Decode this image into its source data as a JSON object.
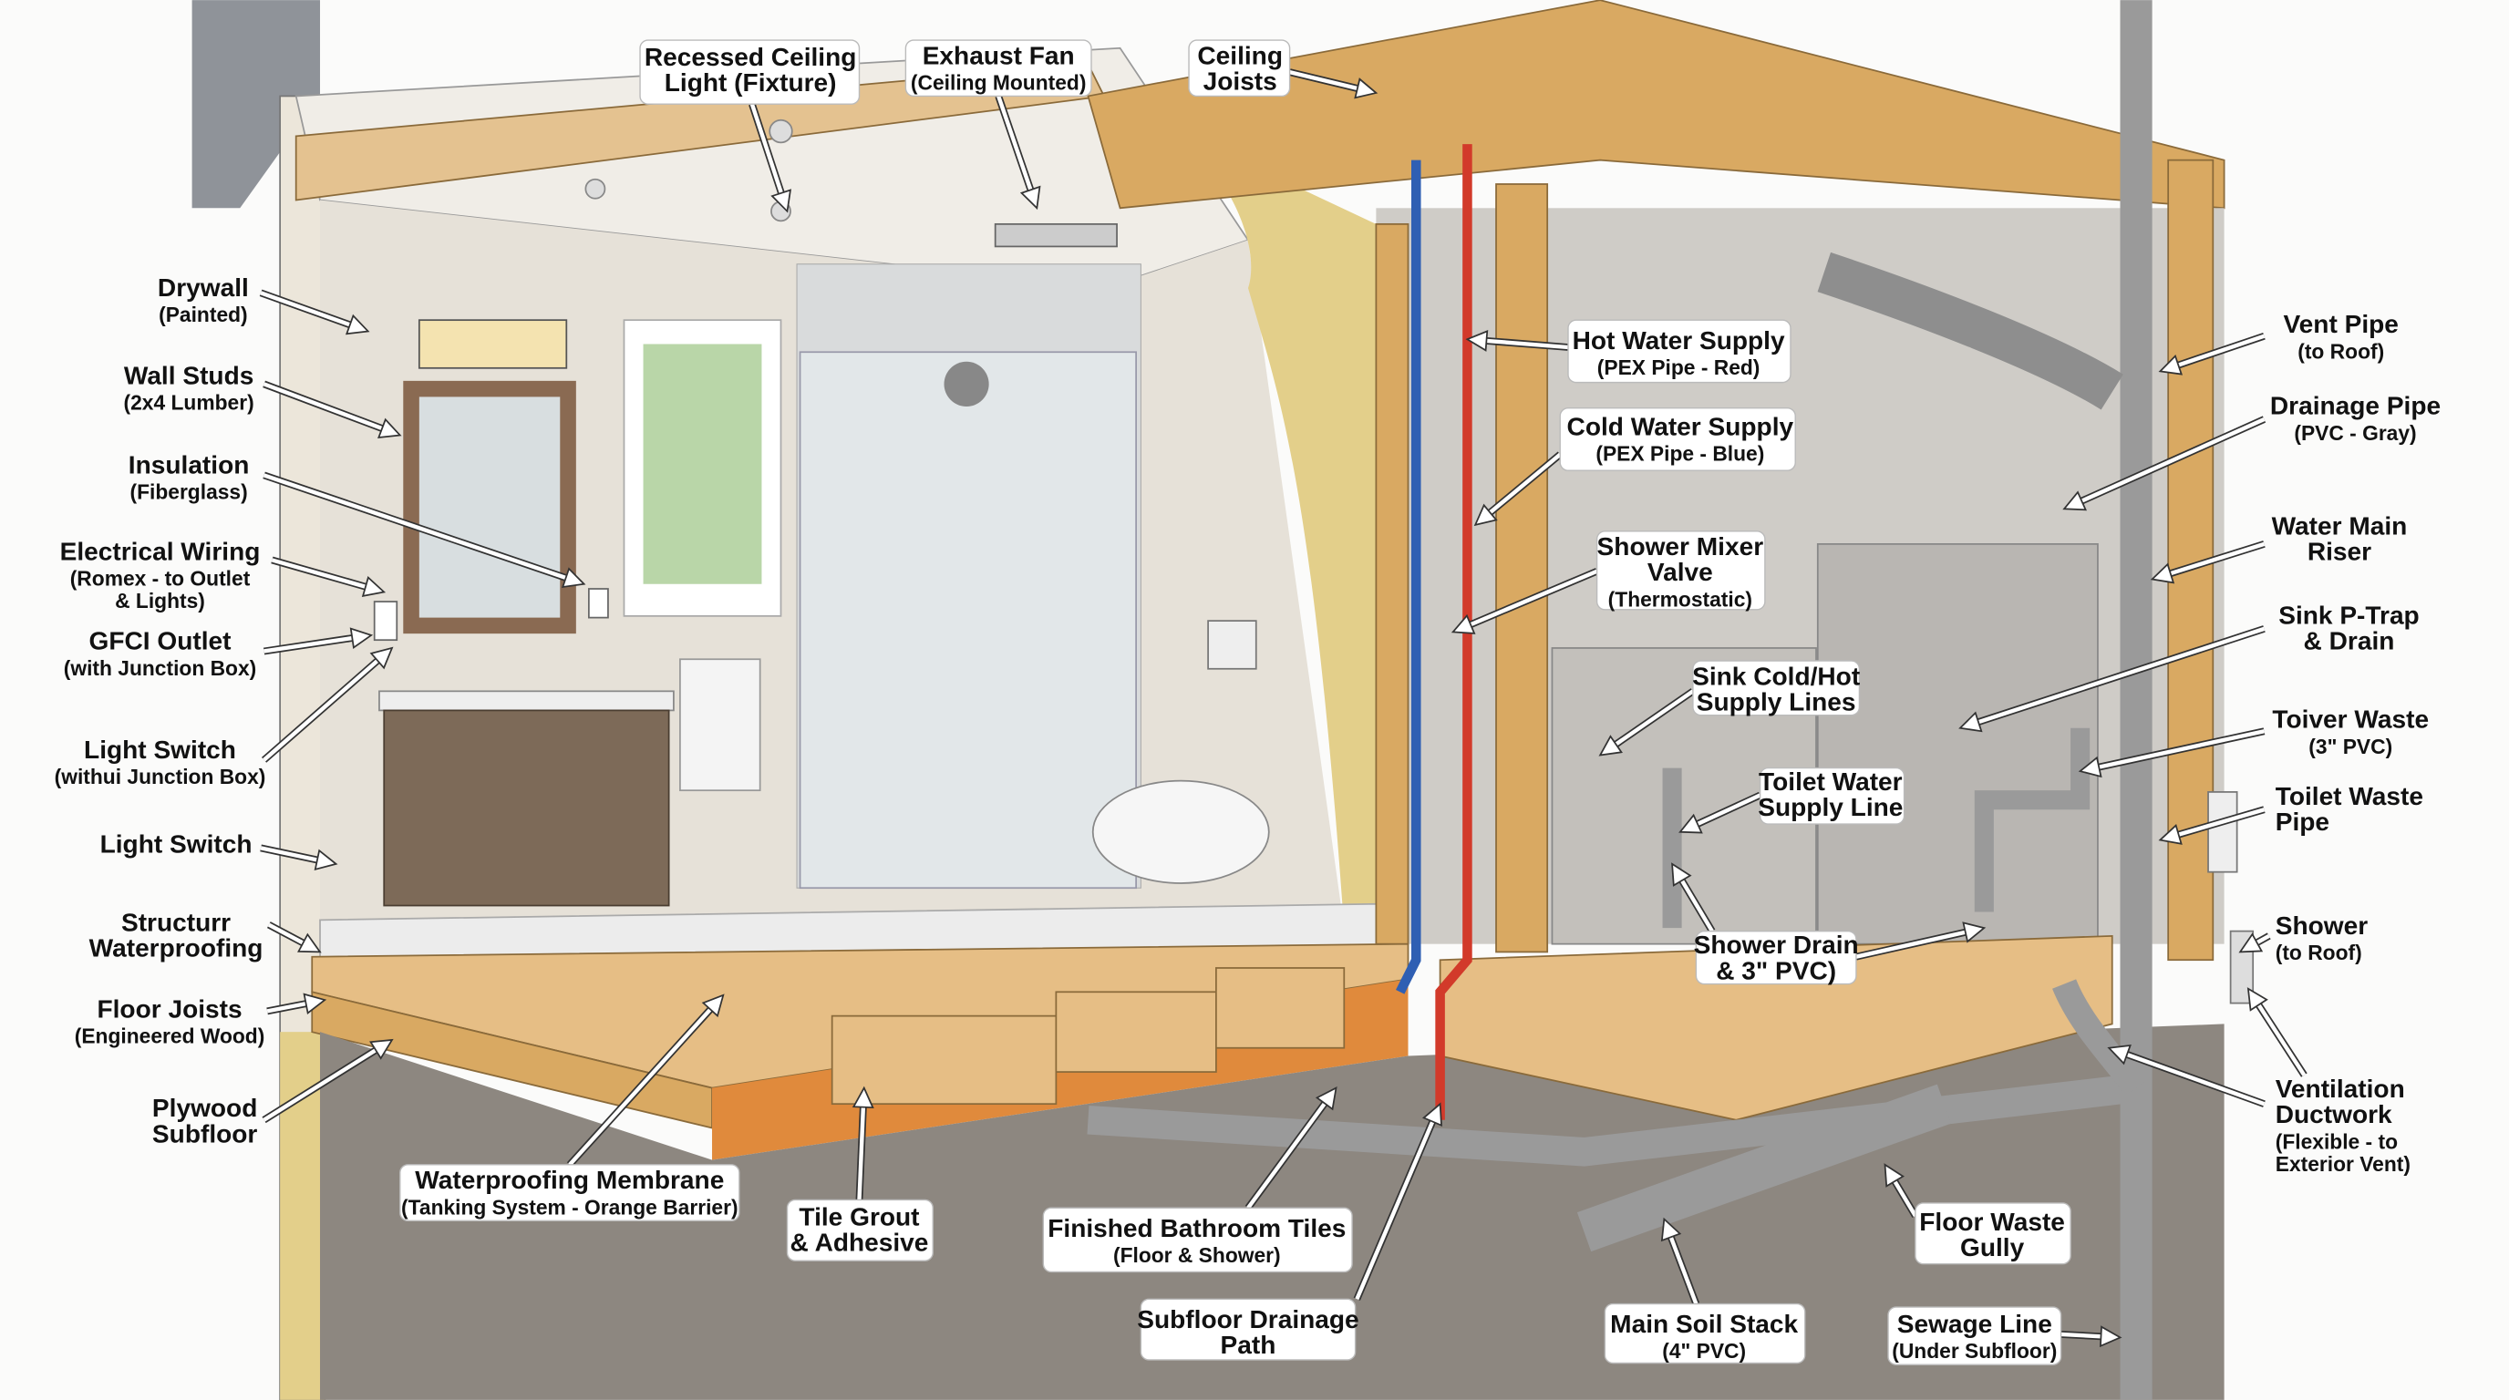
{
  "colors": {
    "background": "#fbfbfa",
    "drywall": "#e6e1d8",
    "wood": "#d9a962",
    "insulation": "#e3cf8a",
    "hot_pipe": "#d23a2a",
    "cold_pipe": "#2f5fb3",
    "pvc_pipe": "#9a9a9a",
    "membrane": "#e08a3c",
    "basement": "#8d8780"
  },
  "labels": [
    {
      "id": "drywall",
      "lines": [
        "Drywall",
        "(Painted)"
      ]
    },
    {
      "id": "wall-studs",
      "lines": [
        "Wall Studs",
        "(2x4 Lumber)"
      ]
    },
    {
      "id": "insulation",
      "lines": [
        "Insulation",
        "(Fiberglass)"
      ]
    },
    {
      "id": "electrical-wiring",
      "lines": [
        "Electrical Wiring",
        "(Romex - to Outlet",
        "& Lights)"
      ]
    },
    {
      "id": "gfci-outlet",
      "lines": [
        "GFCI Outlet",
        "(with Junction Box)"
      ]
    },
    {
      "id": "light-switch-junction",
      "lines": [
        "Light Switch",
        "(withui Junction Box)"
      ]
    },
    {
      "id": "light-switch",
      "lines": [
        "Light Switch"
      ]
    },
    {
      "id": "structural-waterproofing",
      "lines": [
        "Structurr",
        "Waterproofing"
      ]
    },
    {
      "id": "floor-joists",
      "lines": [
        "Floor Joists",
        "(Engineered Wood)"
      ]
    },
    {
      "id": "plywood-subfloor",
      "lines": [
        "Plywood",
        "Subfloor"
      ]
    },
    {
      "id": "recessed-light",
      "lines": [
        "Recessed Ceiling",
        "Light (Fixture)"
      ]
    },
    {
      "id": "exhaust-fan",
      "lines": [
        "Exhaust Fan",
        "(Ceiling Mounted)"
      ]
    },
    {
      "id": "ceiling-joists",
      "lines": [
        "Ceiling",
        "Joists"
      ]
    },
    {
      "id": "hot-water",
      "lines": [
        "Hot Water Supply",
        "(PEX Pipe - Red)"
      ]
    },
    {
      "id": "cold-water",
      "lines": [
        "Cold Water Supply",
        "(PEX Pipe - Blue)"
      ]
    },
    {
      "id": "shower-mixer",
      "lines": [
        "Shower Mixer",
        "Valve",
        "(Thermostatic)"
      ]
    },
    {
      "id": "sink-supply",
      "lines": [
        "Sink Cold/Hot",
        "Supply Lines"
      ]
    },
    {
      "id": "toilet-supply",
      "lines": [
        "Toilet Water",
        "Supply Line"
      ]
    },
    {
      "id": "shower-drain",
      "lines": [
        "Shower Drain",
        "& 3\" PVC)"
      ]
    },
    {
      "id": "waterproofing-membrane",
      "lines": [
        "Waterproofing Membrane",
        "(Tanking System - Orange Barrier)"
      ]
    },
    {
      "id": "tile-grout",
      "lines": [
        "Tile Grout",
        "& Adhesive"
      ]
    },
    {
      "id": "finished-tiles",
      "lines": [
        "Finished Bathroom Tiles",
        "(Floor & Shower)"
      ]
    },
    {
      "id": "subfloor-drainage",
      "lines": [
        "Subfloor Drainage",
        "Path"
      ]
    },
    {
      "id": "main-soil-stack",
      "lines": [
        "Main Soil Stack",
        "(4\" PVC)"
      ]
    },
    {
      "id": "floor-waste",
      "lines": [
        "Floor Waste",
        "Gully"
      ]
    },
    {
      "id": "sewage-line",
      "lines": [
        "Sewage Line",
        "(Under Subfloor)"
      ]
    },
    {
      "id": "vent-pipe",
      "lines": [
        "Vent Pipe",
        "(to Roof)"
      ]
    },
    {
      "id": "drainage-pipe",
      "lines": [
        "Drainage Pipe",
        "(PVC - Gray)"
      ]
    },
    {
      "id": "water-main",
      "lines": [
        "Water Main",
        "Riser"
      ]
    },
    {
      "id": "sink-ptrap",
      "lines": [
        "Sink P-Trap",
        "& Drain"
      ]
    },
    {
      "id": "toiver-waste",
      "lines": [
        "Toiver Waste",
        "(3\" PVC)"
      ]
    },
    {
      "id": "toilet-waste",
      "lines": [
        "Toilet Waste",
        "Pipe"
      ]
    },
    {
      "id": "shower-vent",
      "lines": [
        "Shower",
        "(to Roof)"
      ]
    },
    {
      "id": "ventilation-ductwork",
      "lines": [
        "Ventilation",
        "Ductwork",
        "(Flexible - to",
        "Exterior Vent)"
      ]
    }
  ]
}
